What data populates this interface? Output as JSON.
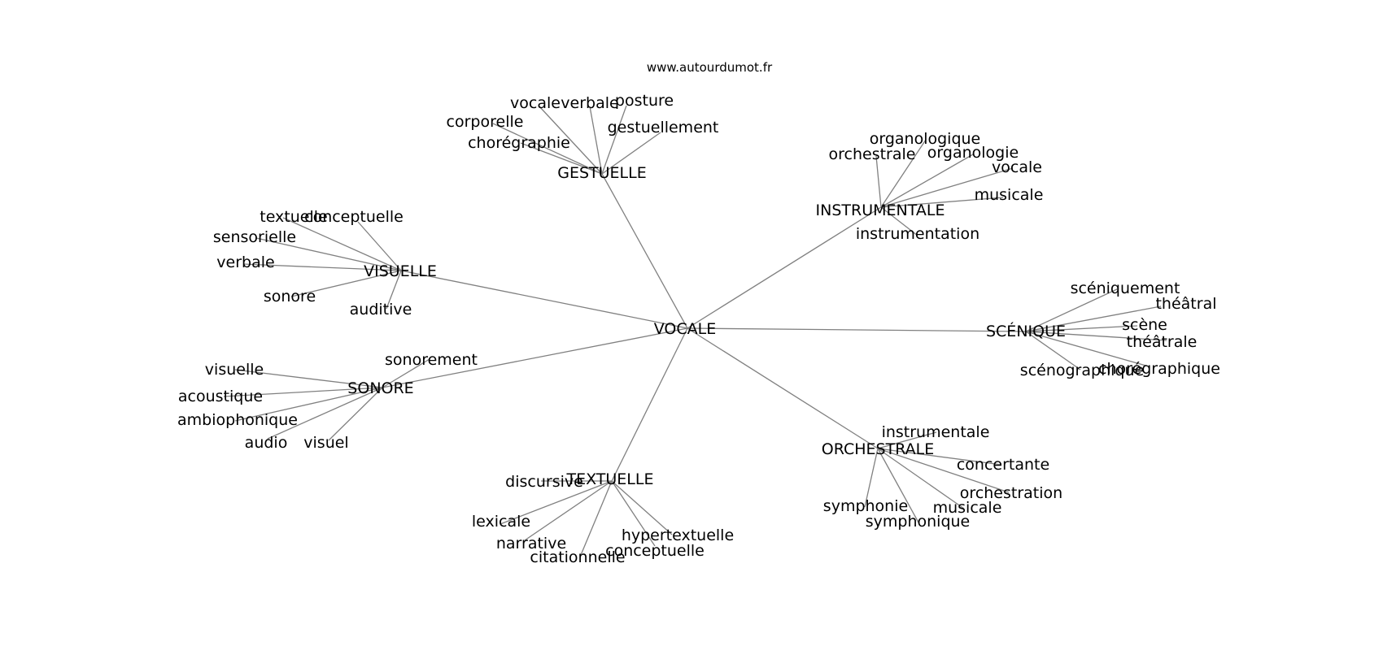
{
  "site_label": "www.autourdumot.fr",
  "graph": {
    "center": "VOCALE",
    "groups": [
      {
        "hub": "GESTUELLE",
        "leaves": [
          "vocale",
          "verbale",
          "posture",
          "corporelle",
          "gestuellement",
          "chorégraphie"
        ]
      },
      {
        "hub": "INSTRUMENTALE",
        "leaves": [
          "organologique",
          "orchestrale",
          "organologie",
          "vocale",
          "musicale",
          "instrumentation"
        ]
      },
      {
        "hub": "VISUELLE",
        "leaves": [
          "textuelle",
          "conceptuelle",
          "sensorielle",
          "verbale",
          "sonore",
          "auditive"
        ]
      },
      {
        "hub": "SCÉNIQUE",
        "leaves": [
          "scéniquement",
          "théâtral",
          "scène",
          "théâtrale",
          "scénographique",
          "chorégraphique"
        ]
      },
      {
        "hub": "SONORE",
        "leaves": [
          "sonorement",
          "visuelle",
          "acoustique",
          "ambiophonique",
          "audio",
          "visuel"
        ]
      },
      {
        "hub": "ORCHESTRALE",
        "leaves": [
          "instrumentale",
          "concertante",
          "orchestration",
          "symphonie",
          "musicale",
          "symphonique"
        ]
      },
      {
        "hub": "TEXTUELLE",
        "leaves": [
          "discursive",
          "lexicale",
          "narrative",
          "hypertextuelle",
          "conceptuelle",
          "citationnelle"
        ]
      }
    ]
  }
}
